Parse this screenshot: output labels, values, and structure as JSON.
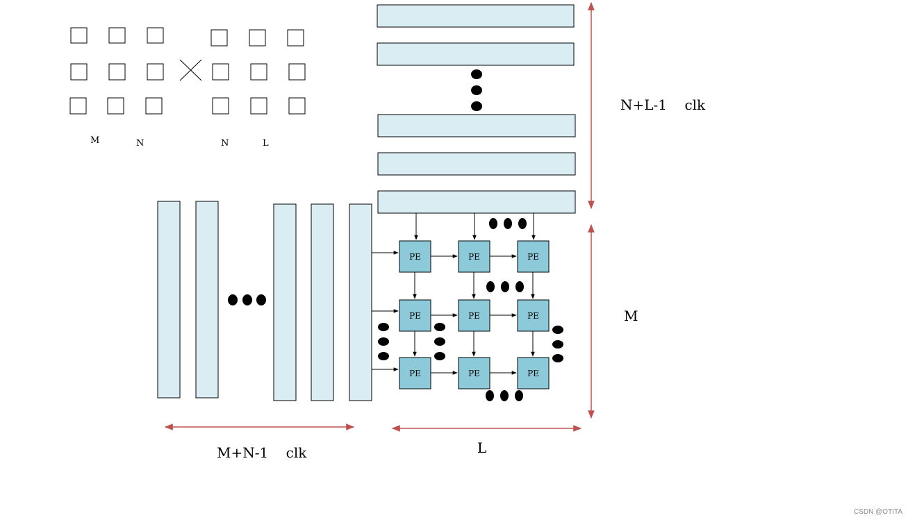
{
  "colors": {
    "bar_fill": "#daedf3",
    "pe_fill": "#8ccad9",
    "line": "#000000",
    "dimension_arrow": "#c0504d",
    "background": "#ffffff"
  },
  "matrix_labels": {
    "left_rows": "M",
    "left_cols": "N",
    "right_rows": "N",
    "right_cols": "L"
  },
  "pe_grid": {
    "rows": 3,
    "cols": 3,
    "label": "PE"
  },
  "dimensions": {
    "top_clk": "N+L-1    clk",
    "right_rows": "M",
    "bottom_clk": "M+N-1    clk",
    "bottom_cols": "L"
  },
  "watermark": "CSDN @OTITA"
}
